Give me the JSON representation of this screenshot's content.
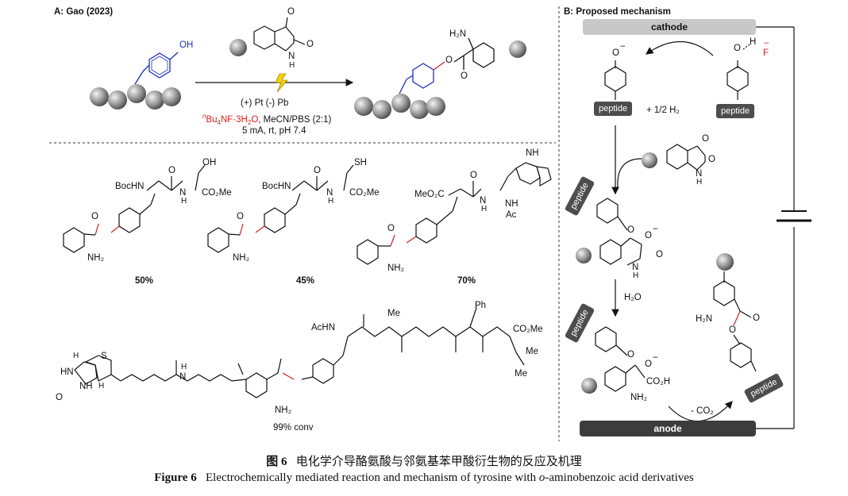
{
  "panel_a": {
    "title": "A: Gao (2023)",
    "conditions": {
      "line1": "(+) Pt (-) Pb",
      "reagent_sup": "n",
      "reagent_main": "Bu",
      "reagent_sub4": "4",
      "reagent_mid": "NF·3H",
      "reagent_sub2": "2",
      "reagent_end": "O",
      "solvent": ", MeCN/PBS (2:1)",
      "line3": "5 mA, rt, pH 7.4"
    },
    "labels": {
      "oh": "OH",
      "h2n": "H₂N",
      "isatin_o1": "O",
      "isatin_o2": "O",
      "isatin_nh": "N",
      "isatin_h": "H",
      "product_o": "O",
      "product_co": "O"
    },
    "examples": [
      {
        "yield": "50%",
        "boc": "BocHN",
        "sub": "OH",
        "ester": "CO₂Me",
        "nh": "N",
        "h": "H",
        "o1": "O",
        "o2": "O",
        "nh2": "NH₂"
      },
      {
        "yield": "45%",
        "boc": "BocHN",
        "sub": "SH",
        "ester": "CO₂Me",
        "nh": "N",
        "h": "H",
        "o1": "O",
        "o2": "O",
        "nh2": "NH₂"
      },
      {
        "yield": "70%",
        "meo": "MeO₂C",
        "nh": "N",
        "h": "H",
        "nh2b": "NH",
        "ac": "Ac",
        "indole_nh": "NH",
        "o1": "O",
        "o2": "O",
        "nh2": "NH₂"
      }
    ],
    "biotin_example": {
      "conv": "99% conv",
      "acn": "AcHN",
      "ester": "CO₂Me",
      "me": "Me",
      "ph": "Ph",
      "me2": "Me",
      "me3": "Me",
      "s": "S",
      "hn": "HN",
      "nh": "NH",
      "h1": "H",
      "h2": "H",
      "o": "O",
      "nh2": "NH₂",
      "n": "N",
      "h": "H"
    }
  },
  "panel_b": {
    "title": "B: Proposed mechanism",
    "cathode": "cathode",
    "anode": "anode",
    "peptide": "peptide",
    "h2": "+ 1/2 H₂",
    "h2o": "H₂O",
    "co2": "- CO₂",
    "o_minus": "O",
    "minus": "−",
    "h": "H",
    "f": "F",
    "o": "O",
    "nh": "N",
    "nh_h": "H",
    "co2h": "CO₂H",
    "nh2": "NH₂",
    "h2n": "H₂N"
  },
  "caption": {
    "cn_label": "图 6",
    "cn_text": "电化学介导酪氨酸与邻氨基苯甲酸衍生物的反应及机理",
    "en_label": "Figure 6",
    "en_text_1": "Electrochemically mediated reaction and mechanism of tyrosine with ",
    "en_italic": "o",
    "en_text_2": "-aminobenzoic acid derivatives"
  }
}
